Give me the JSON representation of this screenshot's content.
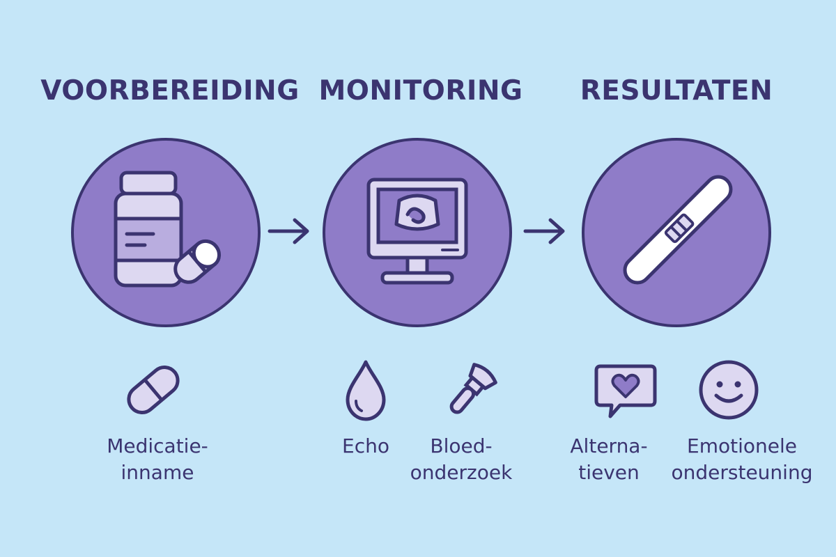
{
  "colors": {
    "background": "#c5e6f8",
    "circle_fill": "#8f7cc8",
    "outline": "#3b3470",
    "light_fill": "#ddd8f1",
    "white": "#ffffff"
  },
  "stages": [
    {
      "title": "VOORBEREIDING",
      "main_icon": "medicine-bottle-and-pill-icon",
      "items": [
        {
          "icon": "capsule-icon",
          "label_lines": [
            "Medicatie-",
            "inname"
          ]
        }
      ]
    },
    {
      "title": "MONITORING",
      "main_icon": "ultrasound-monitor-icon",
      "items": [
        {
          "icon": "drop-icon",
          "label_lines": [
            "Echo"
          ]
        },
        {
          "icon": "ultrasound-probe-icon",
          "label_lines": [
            "Bloed-",
            "onderzoek"
          ]
        }
      ]
    },
    {
      "title": "RESULTATEN",
      "main_icon": "pregnancy-test-icon",
      "items": [
        {
          "icon": "heart-speech-bubble-icon",
          "label_lines": [
            "Alterna-",
            "tieven"
          ]
        },
        {
          "icon": "smiley-face-icon",
          "label_lines": [
            "Emotionele",
            "ondersteuning"
          ]
        }
      ]
    }
  ],
  "arrows": [
    "arrow-right-icon",
    "arrow-right-icon"
  ]
}
